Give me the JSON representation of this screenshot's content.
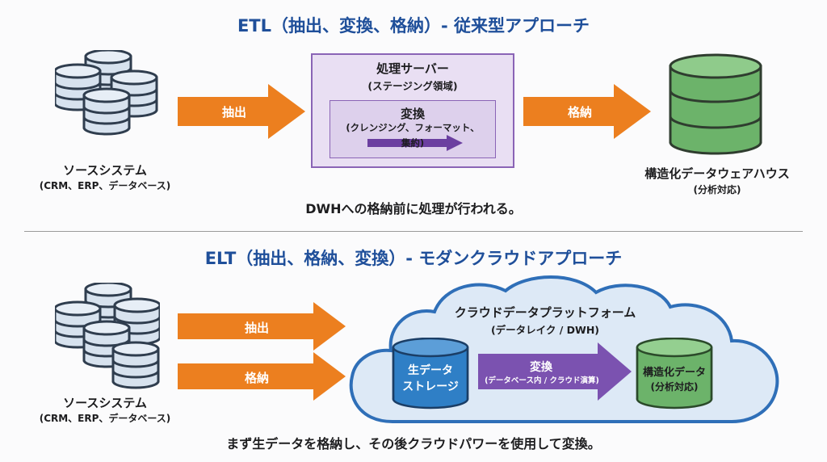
{
  "etl": {
    "title": "ETL（抽出、変換、格納）- 従来型アプローチ",
    "source_label": "ソースシステム",
    "source_sub": "(CRM、ERP、データベース)",
    "extract": "抽出",
    "load": "格納",
    "server_title": "処理サーバー",
    "server_sub": "(ステージング領域)",
    "transform_title": "変換",
    "transform_sub1": "(クレンジング、フォーマット、",
    "transform_sub2": "集約)",
    "dwh_label": "構造化データウェアハウス",
    "dwh_sub": "(分析対応)",
    "caption": "DWHへの格納前に処理が行われる。"
  },
  "elt": {
    "title": "ELT（抽出、格納、変換）- モダンクラウドアプローチ",
    "source_label": "ソースシステム",
    "source_sub": "(CRM、ERP、データベース)",
    "extract": "抽出",
    "load": "格納",
    "cloud_title": "クラウドデータプラットフォーム",
    "cloud_sub": "(データレイク / DWH)",
    "raw_line1": "生データ",
    "raw_line2": "ストレージ",
    "transform_title": "変換",
    "transform_sub": "(データベース内 / クラウド演算)",
    "structured_line1": "構造化データ",
    "structured_line2": "(分析対応)",
    "caption": "まず生データを格納し、その後クラウドパワーを使用して変換。"
  },
  "colors": {
    "title_blue": "#1f4f9a",
    "arrow_orange": "#ec7f1f",
    "server_purple": "#8a64b6",
    "dwh_green": "#6cb36a",
    "raw_blue": "#2f7fc6",
    "cloud_blue": "#2f6fb8"
  },
  "icons": {
    "source_etl": "database-cluster-icon",
    "source_elt": "database-cluster-icon",
    "dwh": "database-icon",
    "raw_storage": "cylinder-icon",
    "structured_storage": "cylinder-icon"
  }
}
